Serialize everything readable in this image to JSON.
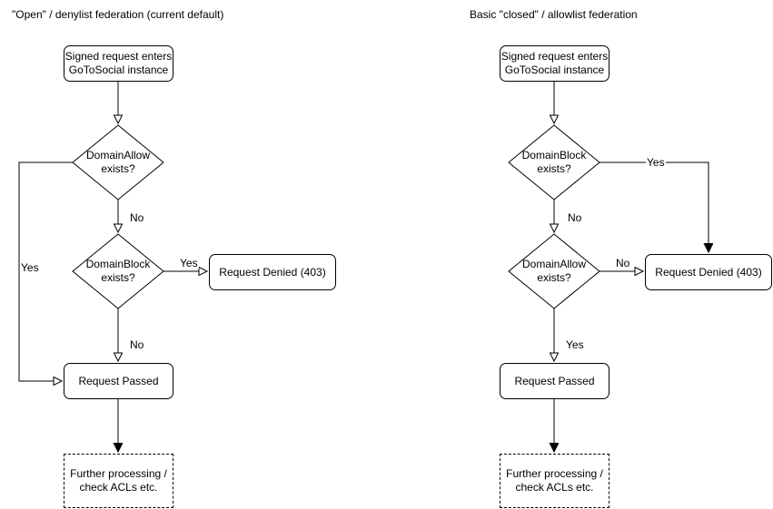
{
  "left": {
    "title": "\"Open\" / denylist federation (current default)",
    "nodes": {
      "start": "Signed request enters\nGoToSocial instance",
      "domain_allow": "DomainAllow\nexists?",
      "domain_block": "DomainBlock\nexists?",
      "denied": "Request Denied (403)",
      "passed": "Request Passed",
      "further": "Further processing /\ncheck ACLs etc."
    },
    "edge_labels": {
      "allow_yes": "Yes",
      "allow_no": "No",
      "block_yes": "Yes",
      "block_no": "No"
    }
  },
  "right": {
    "title": "Basic \"closed\" / allowlist federation",
    "nodes": {
      "start": "Signed request enters\nGoToSocial instance",
      "domain_block": "DomainBlock\nexists?",
      "domain_allow": "DomainAllow\nexists?",
      "denied": "Request Denied (403)",
      "passed": "Request Passed",
      "further": "Further processing /\ncheck ACLs etc."
    },
    "edge_labels": {
      "block_yes": "Yes",
      "block_no": "No",
      "allow_no": "No",
      "allow_yes": "Yes"
    }
  },
  "colors": {
    "stroke": "#000000",
    "node_fill": "#ffffff",
    "background": "#ffffff"
  }
}
